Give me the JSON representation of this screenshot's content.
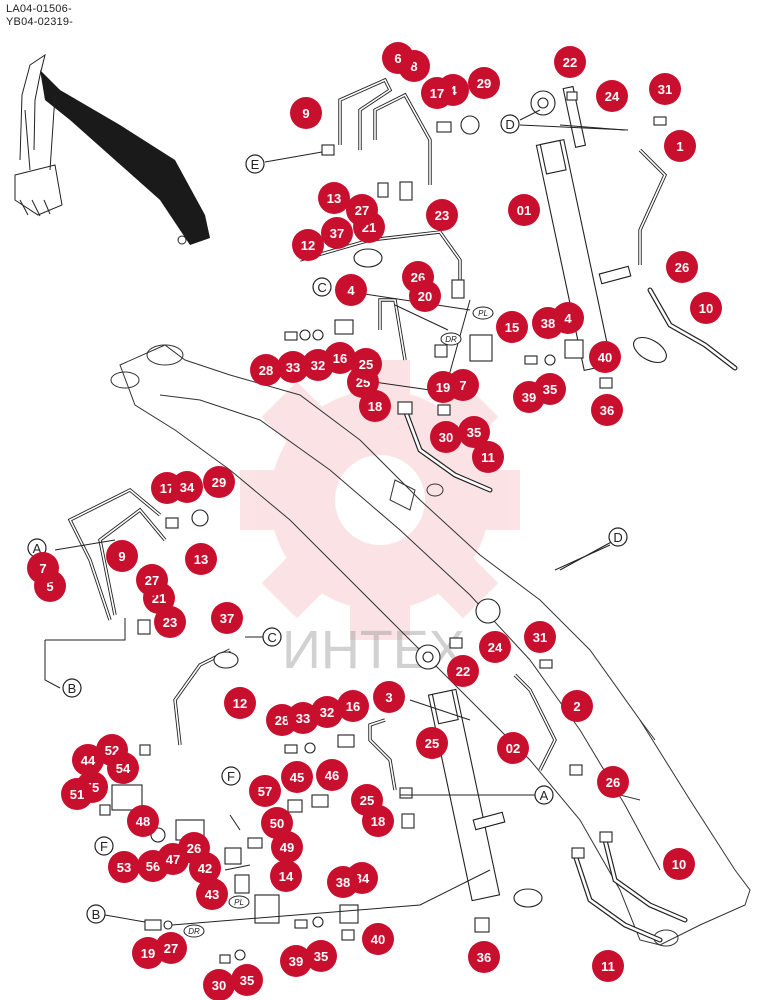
{
  "header": {
    "code_line1": "LA04-01506-",
    "code_line2": "YB04-02319-"
  },
  "watermark": {
    "text": "ИНТЕХ",
    "color": "#e8323c"
  },
  "colors": {
    "callout": "#c8102e",
    "line": "#222222"
  },
  "reference_letters": {
    "E": "E",
    "C_top": "C",
    "D_top": "D",
    "A_left": "A",
    "B_left": "B",
    "C_mid": "C",
    "D_mid": "D",
    "F_top": "F",
    "F_left": "F",
    "A_right": "A",
    "B_bottom": "B"
  },
  "tags": {
    "pl_top": "PL",
    "dr_top": "DR",
    "pl_bottom": "PL",
    "dr_bottom": "DR"
  },
  "callouts": [
    {
      "n": "6"
    },
    {
      "n": "8"
    },
    {
      "n": "17"
    },
    {
      "n": "4"
    },
    {
      "n": "29"
    },
    {
      "n": "22"
    },
    {
      "n": "24"
    },
    {
      "n": "31"
    },
    {
      "n": "1"
    },
    {
      "n": "9"
    },
    {
      "n": "13"
    },
    {
      "n": "27"
    },
    {
      "n": "23"
    },
    {
      "n": "37"
    },
    {
      "n": "21"
    },
    {
      "n": "01"
    },
    {
      "n": "12"
    },
    {
      "n": "26"
    },
    {
      "n": "4"
    },
    {
      "n": "20"
    },
    {
      "n": "26"
    },
    {
      "n": "10"
    },
    {
      "n": "15"
    },
    {
      "n": "38"
    },
    {
      "n": "4"
    },
    {
      "n": "28"
    },
    {
      "n": "33"
    },
    {
      "n": "32"
    },
    {
      "n": "16"
    },
    {
      "n": "25"
    },
    {
      "n": "40"
    },
    {
      "n": "25"
    },
    {
      "n": "19"
    },
    {
      "n": "7"
    },
    {
      "n": "39"
    },
    {
      "n": "35"
    },
    {
      "n": "18"
    },
    {
      "n": "36"
    },
    {
      "n": "30"
    },
    {
      "n": "35"
    },
    {
      "n": "11"
    },
    {
      "n": "17"
    },
    {
      "n": "34"
    },
    {
      "n": "29"
    },
    {
      "n": "9"
    },
    {
      "n": "13"
    },
    {
      "n": "7"
    },
    {
      "n": "5"
    },
    {
      "n": "27"
    },
    {
      "n": "21"
    },
    {
      "n": "23"
    },
    {
      "n": "37"
    },
    {
      "n": "31"
    },
    {
      "n": "24"
    },
    {
      "n": "22"
    },
    {
      "n": "12"
    },
    {
      "n": "3"
    },
    {
      "n": "2"
    },
    {
      "n": "28"
    },
    {
      "n": "33"
    },
    {
      "n": "32"
    },
    {
      "n": "16"
    },
    {
      "n": "25"
    },
    {
      "n": "02"
    },
    {
      "n": "44"
    },
    {
      "n": "52"
    },
    {
      "n": "54"
    },
    {
      "n": "51"
    },
    {
      "n": "55"
    },
    {
      "n": "57"
    },
    {
      "n": "45"
    },
    {
      "n": "46"
    },
    {
      "n": "26"
    },
    {
      "n": "25"
    },
    {
      "n": "18"
    },
    {
      "n": "48"
    },
    {
      "n": "50"
    },
    {
      "n": "49"
    },
    {
      "n": "53"
    },
    {
      "n": "56"
    },
    {
      "n": "47"
    },
    {
      "n": "26"
    },
    {
      "n": "42"
    },
    {
      "n": "14"
    },
    {
      "n": "10"
    },
    {
      "n": "43"
    },
    {
      "n": "38"
    },
    {
      "n": "34"
    },
    {
      "n": "19"
    },
    {
      "n": "27"
    },
    {
      "n": "39"
    },
    {
      "n": "35"
    },
    {
      "n": "40"
    },
    {
      "n": "36"
    },
    {
      "n": "30"
    },
    {
      "n": "35"
    },
    {
      "n": "11"
    }
  ]
}
